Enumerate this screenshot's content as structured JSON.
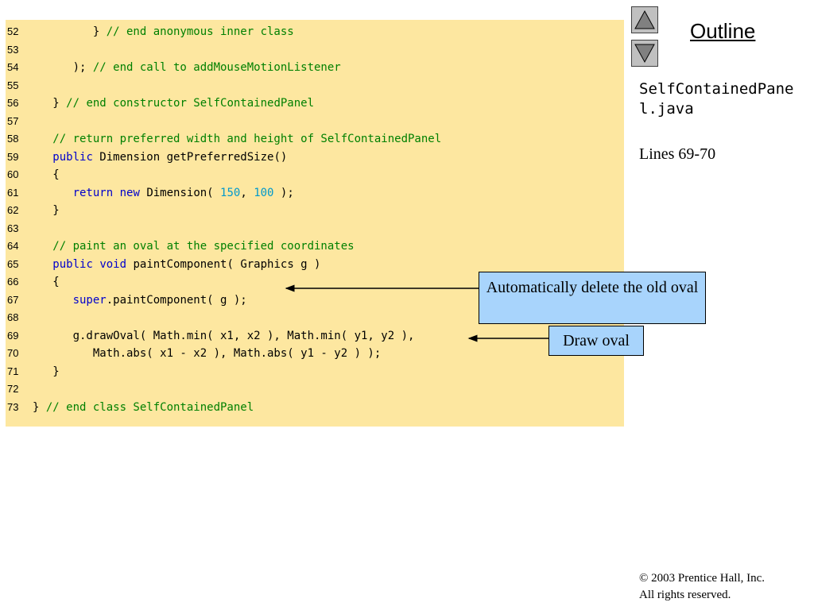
{
  "code": {
    "lines": [
      {
        "num": "52",
        "parts": [
          {
            "t": "         } ",
            "c": ""
          },
          {
            "t": "// end anonymous inner class",
            "c": "cm"
          }
        ]
      },
      {
        "num": "53",
        "parts": []
      },
      {
        "num": "54",
        "parts": [
          {
            "t": "      ); ",
            "c": ""
          },
          {
            "t": "// end call to addMouseMotionListener",
            "c": "cm"
          }
        ]
      },
      {
        "num": "55",
        "parts": []
      },
      {
        "num": "56",
        "parts": [
          {
            "t": "   } ",
            "c": ""
          },
          {
            "t": "// end constructor SelfContainedPanel",
            "c": "cm"
          }
        ]
      },
      {
        "num": "57",
        "parts": []
      },
      {
        "num": "58",
        "parts": [
          {
            "t": "   // return preferred width and height of SelfContainedPanel",
            "c": "cm"
          }
        ]
      },
      {
        "num": "59",
        "parts": [
          {
            "t": "   ",
            "c": ""
          },
          {
            "t": "public",
            "c": "kw"
          },
          {
            "t": " Dimension getPreferredSize()",
            "c": ""
          }
        ]
      },
      {
        "num": "60",
        "parts": [
          {
            "t": "   {",
            "c": ""
          }
        ]
      },
      {
        "num": "61",
        "parts": [
          {
            "t": "      ",
            "c": ""
          },
          {
            "t": "return",
            "c": "kw"
          },
          {
            "t": " ",
            "c": ""
          },
          {
            "t": "new",
            "c": "kw"
          },
          {
            "t": " Dimension( ",
            "c": ""
          },
          {
            "t": "150",
            "c": "num"
          },
          {
            "t": ", ",
            "c": ""
          },
          {
            "t": "100",
            "c": "num"
          },
          {
            "t": " );",
            "c": ""
          }
        ]
      },
      {
        "num": "62",
        "parts": [
          {
            "t": "   }",
            "c": ""
          }
        ]
      },
      {
        "num": "63",
        "parts": []
      },
      {
        "num": "64",
        "parts": [
          {
            "t": "   // paint an oval at the specified coordinates",
            "c": "cm"
          }
        ]
      },
      {
        "num": "65",
        "parts": [
          {
            "t": "   ",
            "c": ""
          },
          {
            "t": "public",
            "c": "kw"
          },
          {
            "t": " ",
            "c": ""
          },
          {
            "t": "void",
            "c": "kw"
          },
          {
            "t": " paintComponent( Graphics g )",
            "c": ""
          }
        ]
      },
      {
        "num": "66",
        "parts": [
          {
            "t": "   {",
            "c": ""
          }
        ]
      },
      {
        "num": "67",
        "parts": [
          {
            "t": "      ",
            "c": ""
          },
          {
            "t": "super",
            "c": "kw"
          },
          {
            "t": ".paintComponent( g );",
            "c": ""
          }
        ]
      },
      {
        "num": "68",
        "parts": []
      },
      {
        "num": "69",
        "parts": [
          {
            "t": "      g.drawOval( Math.min( x1, x2 ), Math.min( y1, y2 ),",
            "c": ""
          }
        ]
      },
      {
        "num": "70",
        "parts": [
          {
            "t": "         Math.abs( x1 - x2 ), Math.abs( y1 - y2 ) );",
            "c": ""
          }
        ]
      },
      {
        "num": "71",
        "parts": [
          {
            "t": "   }",
            "c": ""
          }
        ]
      },
      {
        "num": "72",
        "parts": []
      },
      {
        "num": "73",
        "parts": [
          {
            "t": "} ",
            "c": ""
          },
          {
            "t": "// end class SelfContainedPanel",
            "c": "cm"
          }
        ]
      }
    ]
  },
  "nav": {
    "up_icon": "triangle-up-icon",
    "down_icon": "triangle-down-icon"
  },
  "sidebar": {
    "outline_title": "Outline",
    "file_name": "SelfContainedPanel.java",
    "lines_ref": "Lines 69-70"
  },
  "callouts": {
    "delete_old": "Automatically delete the old oval",
    "draw_oval": "Draw oval"
  },
  "footer": {
    "copyright_line1": "© 2003 Prentice Hall, Inc.",
    "copyright_line2": "All rights reserved."
  },
  "colors": {
    "code_background": "#fde7a0",
    "comment": "#008000",
    "keyword": "#0000cc",
    "number": "#0099cc",
    "callout_fill": "#a8d4fc"
  }
}
